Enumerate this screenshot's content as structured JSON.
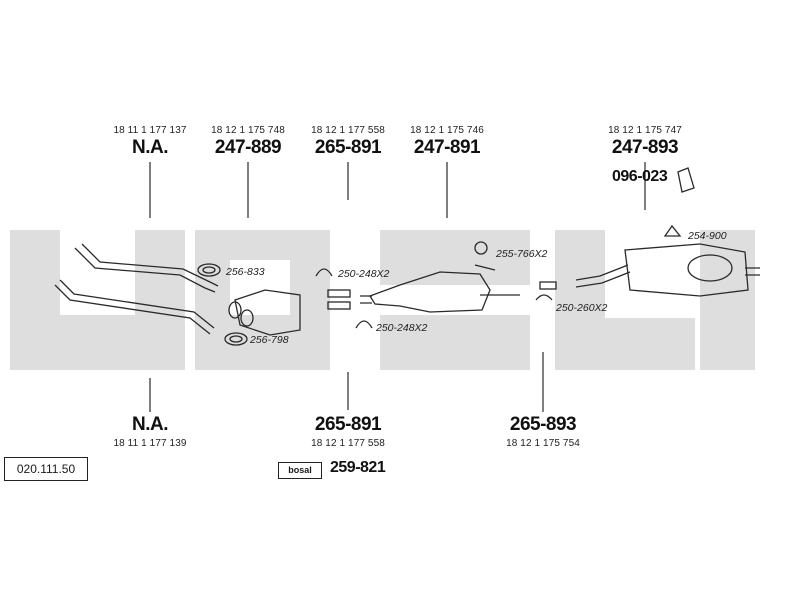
{
  "diagram": {
    "reference_code": "020.111.50",
    "watermark": "bosal",
    "top_labels": [
      {
        "oem": "18 11 1 177 137",
        "part": "N.A."
      },
      {
        "oem": "18 12 1 175 748",
        "part": "247-889"
      },
      {
        "oem": "18 12 1 177 558",
        "part": "265-891"
      },
      {
        "oem": "18 12 1 175 746",
        "part": "247-891"
      },
      {
        "oem": "18 12 1 175 747",
        "part": "247-893"
      }
    ],
    "extra_top_part": "096-023",
    "bottom_labels": [
      {
        "oem": "18 11 1 177 139",
        "part": "N.A."
      },
      {
        "oem": "18 12 1 177 558",
        "part": "265-891"
      },
      {
        "oem": "18 12 1 175 754",
        "part": "265-893"
      }
    ],
    "small_parts": [
      "256-833",
      "256-798",
      "250-248X2",
      "250-248X2",
      "255-766X2",
      "250-260X2",
      "254-900"
    ],
    "bosal_badge": "bosal",
    "bosal_part": "259-821"
  },
  "colors": {
    "watermark": "#d9d9d9",
    "line": "#2a2a2a",
    "text": "#1a1a1a"
  }
}
